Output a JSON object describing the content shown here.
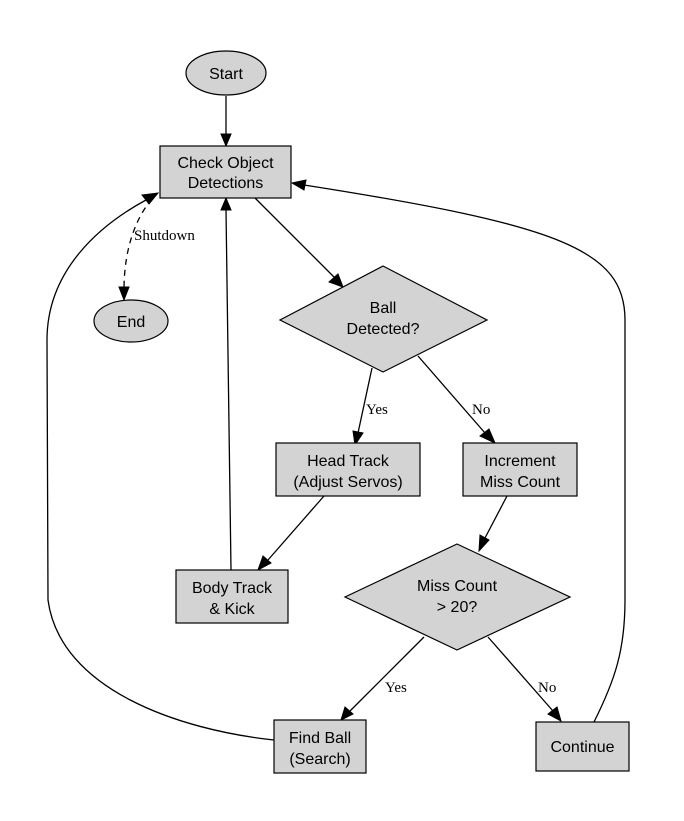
{
  "diagram": {
    "type": "flowchart",
    "colors": {
      "node_fill": "#d3d3d3",
      "stroke": "#000000",
      "background": "#ffffff"
    },
    "nodes": {
      "start": {
        "shape": "ellipse",
        "lines": [
          "Start"
        ]
      },
      "check": {
        "shape": "box",
        "lines": [
          "Check Object",
          "Detections"
        ]
      },
      "end": {
        "shape": "ellipse",
        "lines": [
          "End"
        ]
      },
      "ball": {
        "shape": "diamond",
        "lines": [
          "Ball",
          "Detected?"
        ]
      },
      "head": {
        "shape": "box",
        "lines": [
          "Head Track",
          "(Adjust Servos)"
        ]
      },
      "incr": {
        "shape": "box",
        "lines": [
          "Increment",
          "Miss Count"
        ]
      },
      "body": {
        "shape": "box",
        "lines": [
          "Body Track",
          "& Kick"
        ]
      },
      "miss": {
        "shape": "diamond",
        "lines": [
          "Miss Count",
          "> 20?"
        ]
      },
      "find": {
        "shape": "box",
        "lines": [
          "Find Ball",
          "(Search)"
        ]
      },
      "cont": {
        "shape": "box",
        "lines": [
          "Continue"
        ]
      }
    },
    "edges": [
      {
        "from": "start",
        "to": "check",
        "label": ""
      },
      {
        "from": "check",
        "to": "end",
        "label": "Shutdown",
        "style": "dashed"
      },
      {
        "from": "check",
        "to": "ball",
        "label": ""
      },
      {
        "from": "ball",
        "to": "head",
        "label": "Yes"
      },
      {
        "from": "ball",
        "to": "incr",
        "label": "No"
      },
      {
        "from": "head",
        "to": "body",
        "label": ""
      },
      {
        "from": "body",
        "to": "check",
        "label": ""
      },
      {
        "from": "incr",
        "to": "miss",
        "label": ""
      },
      {
        "from": "miss",
        "to": "find",
        "label": "Yes"
      },
      {
        "from": "miss",
        "to": "cont",
        "label": "No"
      },
      {
        "from": "find",
        "to": "check",
        "label": ""
      },
      {
        "from": "cont",
        "to": "check",
        "label": ""
      }
    ]
  }
}
